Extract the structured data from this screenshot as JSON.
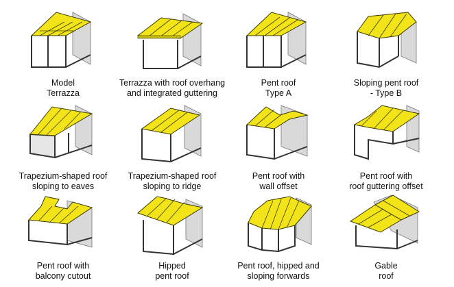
{
  "colors": {
    "roof_fill": "#f2e418",
    "roof_stroke": "#3a3a00",
    "wall_shade": "#d9d9d9",
    "frame": "#333333"
  },
  "models": [
    {
      "icon": "terrazza-icon",
      "caption": [
        "Model",
        "Terrazza"
      ]
    },
    {
      "icon": "terrazza-overhang-icon",
      "caption": [
        "Terrazza with roof overhang",
        "and integrated guttering"
      ]
    },
    {
      "icon": "pent-roof-type-a-icon",
      "caption": [
        "Pent roof",
        "Type A"
      ]
    },
    {
      "icon": "sloping-pent-roof-type-b-icon",
      "caption": [
        "Sloping pent roof",
        "- Type B"
      ]
    },
    {
      "icon": "trapezium-roof-eaves-icon",
      "caption": [
        "Trapezium-shaped roof",
        "sloping to eaves"
      ]
    },
    {
      "icon": "trapezium-roof-ridge-icon",
      "caption": [
        "Trapezium-shaped roof",
        "sloping to ridge"
      ]
    },
    {
      "icon": "pent-roof-wall-offset-icon",
      "caption": [
        "Pent roof with",
        "wall offset"
      ]
    },
    {
      "icon": "pent-roof-gutter-offset-icon",
      "caption": [
        "Pent roof with",
        "roof guttering offset"
      ]
    },
    {
      "icon": "pent-roof-balcony-cutout-icon",
      "caption": [
        "Pent roof with",
        "balcony cutout"
      ]
    },
    {
      "icon": "hipped-pent-roof-icon",
      "caption": [
        "Hipped",
        "pent roof"
      ]
    },
    {
      "icon": "pent-roof-hipped-sloping-icon",
      "caption": [
        "Pent roof, hipped and",
        "sloping forwards"
      ]
    },
    {
      "icon": "gable-roof-icon",
      "caption": [
        "Gable",
        "roof"
      ]
    }
  ]
}
